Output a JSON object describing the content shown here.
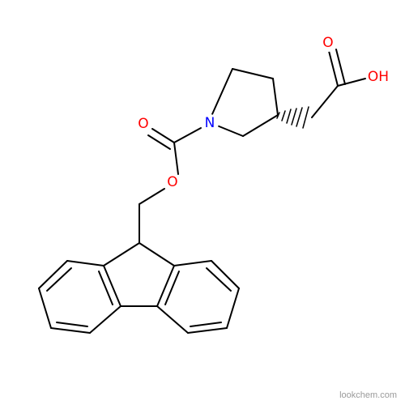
{
  "molecule": {
    "atom_labels": {
      "nitrogen": "N",
      "ester_oxygen": "O",
      "carbonyl_oxygen": "O",
      "acid_carbonyl_oxygen": "O",
      "hydroxyl": "OH"
    },
    "colors": {
      "bond": "#000000",
      "nitrogen": "#0000ff",
      "oxygen": "#ff0000"
    }
  },
  "watermark": {
    "text": "lookchem.com"
  }
}
